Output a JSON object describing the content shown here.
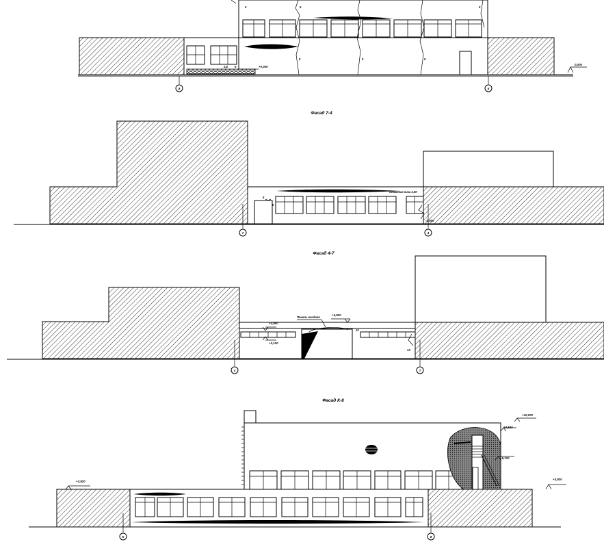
{
  "sheet": {
    "facades": [
      {
        "title": "",
        "axes": [
          "8",
          "К"
        ],
        "levels": [
          "+0,300",
          "0,000"
        ],
        "labels": [
          "5",
          "5",
          "5",
          "5",
          "5",
          "5",
          "2,8",
          "5"
        ]
      },
      {
        "title": "Фасад 7-4",
        "axes": [
          "7",
          "4"
        ],
        "levels": [
          "-0,900"
        ],
        "labels": [
          "Отметка низа 2,90",
          "5",
          "5"
        ]
      },
      {
        "title": "Фасад 4-7",
        "axes": [
          "4",
          "7"
        ],
        "levels": [
          "+2,900",
          "+2,100",
          "+3,920"
        ],
        "labels": [
          "Панель входная",
          "10",
          "13"
        ]
      },
      {
        "title": "Фасад К-8",
        "axes": [
          "К",
          "8"
        ],
        "levels": [
          "+3,920",
          "+10,000",
          "+3,520",
          "+5,720",
          "+3,920"
        ],
        "labels": []
      }
    ]
  }
}
